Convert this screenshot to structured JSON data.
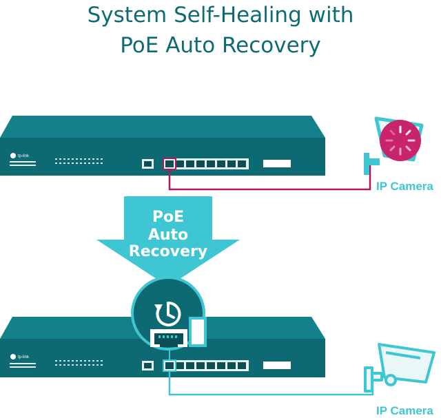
{
  "title": {
    "line1": "System Self-Healing with",
    "line2": "PoE Auto Recovery"
  },
  "arrow": {
    "line1": "PoE",
    "line2": "Auto",
    "line3": "Recovery"
  },
  "switch": {
    "brand": "tp-link"
  },
  "cameras": {
    "top_label": "IP Camera",
    "bottom_label": "IP Camera"
  },
  "colors": {
    "title": "#0f6b73",
    "switch_body": "#0e6a72",
    "switch_top": "#13808a",
    "fault_line": "#b0185e",
    "recovery_accent": "#3ec6d2",
    "fault_badge": "#c8236b"
  },
  "icons": {
    "camera": "security-camera-icon",
    "loading": "loading-spinner-icon",
    "recovery": "power-restart-icon",
    "port": "ethernet-port-icon"
  }
}
